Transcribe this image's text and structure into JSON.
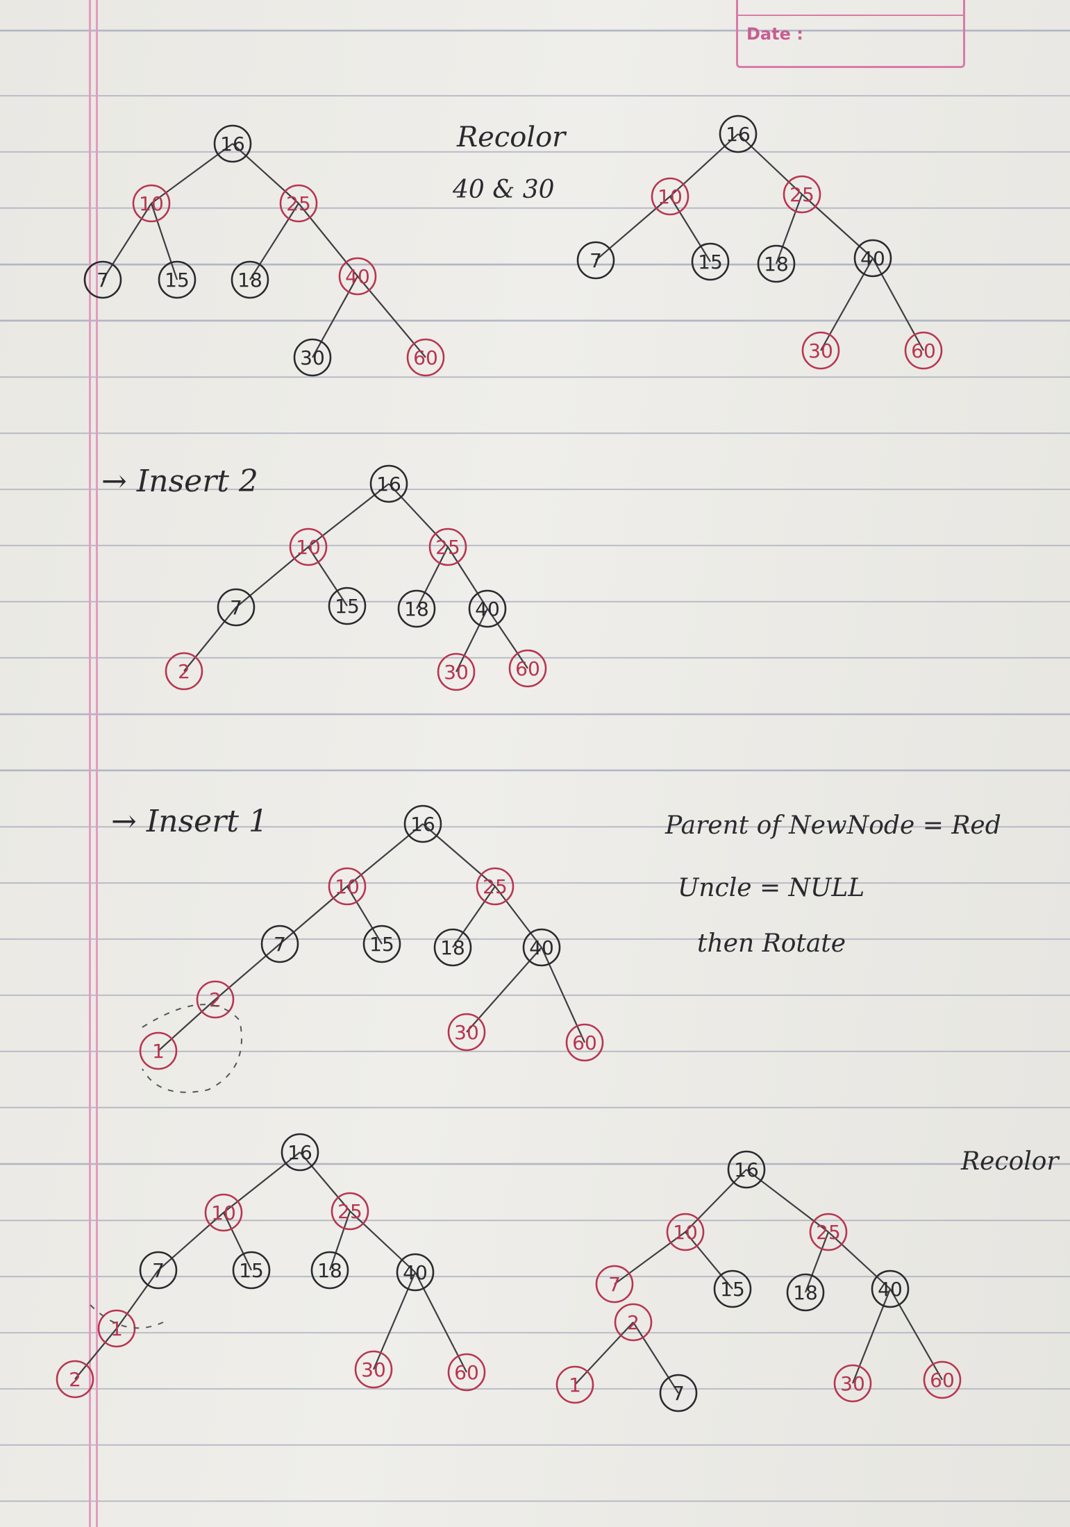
{
  "header": {
    "date_label": "Date :"
  },
  "notes": {
    "recolor_1": "Recolor",
    "recolor_nodes": "40 & 30",
    "insert_2": "→ Insert 2",
    "insert_1": "→ Insert 1",
    "rule_parent": "Parent of NewNode = Red",
    "rule_uncle": "Uncle = NULL",
    "rule_action": "then Rotate",
    "recolor_2": "Recolor"
  },
  "colors": {
    "red_ink": "#b8354f",
    "black_ink": "#2a2a2e",
    "margin": "#e59bc0"
  },
  "trees": [
    {
      "name": "tree-before-recolor",
      "nodes": [
        {
          "label": "16",
          "color": "black"
        },
        {
          "label": "10",
          "color": "red"
        },
        {
          "label": "25",
          "color": "red"
        },
        {
          "label": "7",
          "color": "black"
        },
        {
          "label": "15",
          "color": "black"
        },
        {
          "label": "18",
          "color": "black"
        },
        {
          "label": "40",
          "color": "red"
        },
        {
          "label": "30",
          "color": "black"
        },
        {
          "label": "60",
          "color": "red"
        }
      ]
    },
    {
      "name": "tree-after-recolor",
      "nodes": [
        {
          "label": "16",
          "color": "black"
        },
        {
          "label": "10",
          "color": "red"
        },
        {
          "label": "25",
          "color": "red"
        },
        {
          "label": "7",
          "color": "black"
        },
        {
          "label": "15",
          "color": "black"
        },
        {
          "label": "18",
          "color": "black"
        },
        {
          "label": "40",
          "color": "black"
        },
        {
          "label": "30",
          "color": "red"
        },
        {
          "label": "60",
          "color": "red"
        }
      ]
    },
    {
      "name": "tree-insert-2",
      "nodes": [
        {
          "label": "16",
          "color": "black"
        },
        {
          "label": "10",
          "color": "red"
        },
        {
          "label": "25",
          "color": "red"
        },
        {
          "label": "7",
          "color": "black"
        },
        {
          "label": "15",
          "color": "black"
        },
        {
          "label": "18",
          "color": "black"
        },
        {
          "label": "40",
          "color": "black"
        },
        {
          "label": "2",
          "color": "red"
        },
        {
          "label": "30",
          "color": "red"
        },
        {
          "label": "60",
          "color": "red"
        }
      ]
    },
    {
      "name": "tree-insert-1",
      "nodes": [
        {
          "label": "16",
          "color": "black"
        },
        {
          "label": "10",
          "color": "red"
        },
        {
          "label": "25",
          "color": "red"
        },
        {
          "label": "7",
          "color": "black"
        },
        {
          "label": "15",
          "color": "black"
        },
        {
          "label": "18",
          "color": "black"
        },
        {
          "label": "40",
          "color": "black"
        },
        {
          "label": "2",
          "color": "red"
        },
        {
          "label": "30",
          "color": "red"
        },
        {
          "label": "60",
          "color": "red"
        },
        {
          "label": "1",
          "color": "red"
        }
      ]
    },
    {
      "name": "tree-rotation",
      "nodes": [
        {
          "label": "16",
          "color": "black"
        },
        {
          "label": "10",
          "color": "red"
        },
        {
          "label": "25",
          "color": "red"
        },
        {
          "label": "7",
          "color": "black"
        },
        {
          "label": "15",
          "color": "black"
        },
        {
          "label": "18",
          "color": "black"
        },
        {
          "label": "40",
          "color": "black"
        },
        {
          "label": "1",
          "color": "red"
        },
        {
          "label": "30",
          "color": "red"
        },
        {
          "label": "60",
          "color": "red"
        },
        {
          "label": "2",
          "color": "red"
        }
      ]
    },
    {
      "name": "tree-final",
      "nodes": [
        {
          "label": "16",
          "color": "black"
        },
        {
          "label": "10",
          "color": "red"
        },
        {
          "label": "25",
          "color": "red"
        },
        {
          "label": "7",
          "color": "red"
        },
        {
          "label": "15",
          "color": "black"
        },
        {
          "label": "18",
          "color": "black"
        },
        {
          "label": "40",
          "color": "black"
        },
        {
          "label": "2",
          "color": "red"
        },
        {
          "label": "30",
          "color": "red"
        },
        {
          "label": "60",
          "color": "red"
        },
        {
          "label": "1",
          "color": "red"
        },
        {
          "label": "7",
          "color": "black"
        }
      ]
    }
  ]
}
